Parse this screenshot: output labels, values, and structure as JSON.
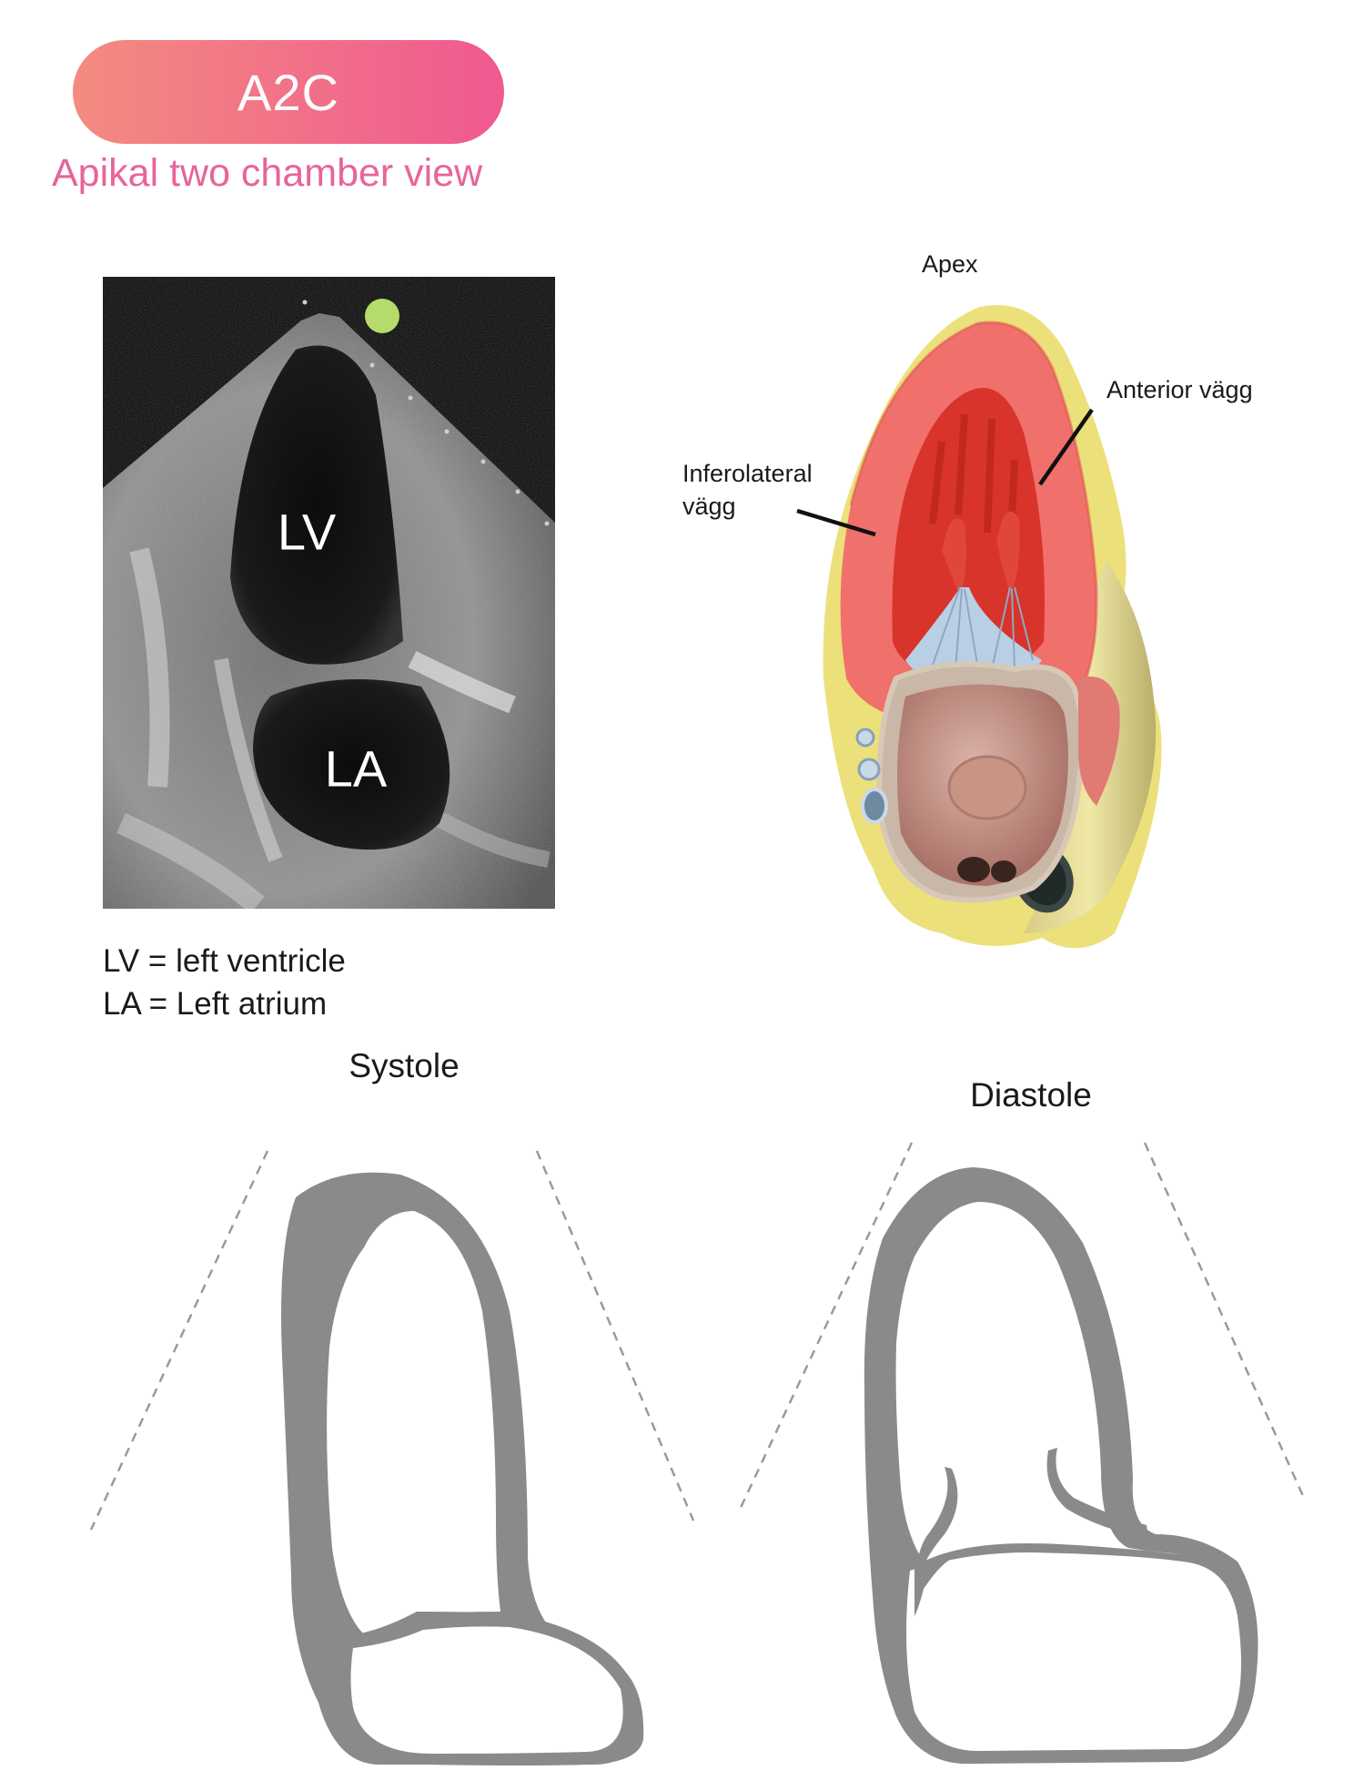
{
  "header": {
    "badge_text": "A2C",
    "badge_gradient": [
      "#f48b80",
      "#ef5990"
    ],
    "subtitle": "Apikal two chamber view",
    "subtitle_color": "#e8649a"
  },
  "echo": {
    "label_lv": "LV",
    "label_la": "LA",
    "marker_color": "#b5dc6a"
  },
  "legend": {
    "line1": "LV = left ventricle",
    "line2": "LA = Left atrium"
  },
  "anatomy": {
    "label_apex": "Apex",
    "label_anterior": "Anterior vägg",
    "label_inferolateral_line1": "Inferolateral",
    "label_inferolateral_line2": "vägg",
    "colors": {
      "myocardium": "#f0706b",
      "cavity": "#d8342b",
      "fat": "#ece07a",
      "valve_chords": "#b9cfe4",
      "atrium": "#c79488"
    }
  },
  "diagrams": {
    "systole_title": "Systole",
    "diastole_title": "Diastole",
    "wall_color": "#8a8a8a"
  }
}
